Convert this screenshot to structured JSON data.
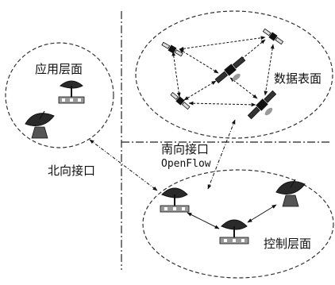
{
  "labels": {
    "application_plane": "应用层面",
    "data_plane": "数据表面",
    "southbound": "南向接口",
    "openflow": "OpenFlow",
    "northbound": "北向接口",
    "control_plane": "控制层面"
  },
  "icons": {
    "satellite": "satellite-icon",
    "dish": "dish-antenna-icon",
    "ground_station": "ground-station-icon"
  },
  "colors": {
    "ink": "#111111",
    "ellipse_stroke": "#333333",
    "dish_fill": "#2a2a2a",
    "satellite_panel": "#dcdcdc"
  }
}
